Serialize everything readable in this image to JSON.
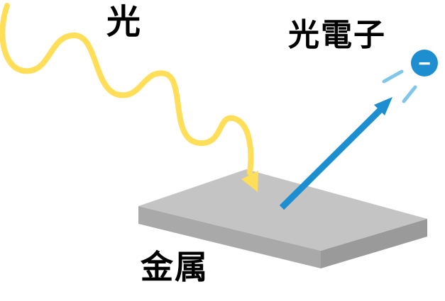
{
  "diagram": {
    "subject": "photoelectric-effect",
    "labels": {
      "light": "光",
      "photoelectron": "光電子",
      "metal": "金属",
      "electron_sign": "−"
    },
    "colors": {
      "background": "#ffffff",
      "text": "#000000",
      "light_wave": "#ffde59",
      "electron_blue": "#1d8fd1",
      "motion_dash": "#7fc6ea",
      "electron_sign_color": "#ffffff",
      "metal_top": "#c4c4c4",
      "metal_left_side": "#a9a9a9",
      "metal_right_side": "#9a9a9a"
    }
  }
}
